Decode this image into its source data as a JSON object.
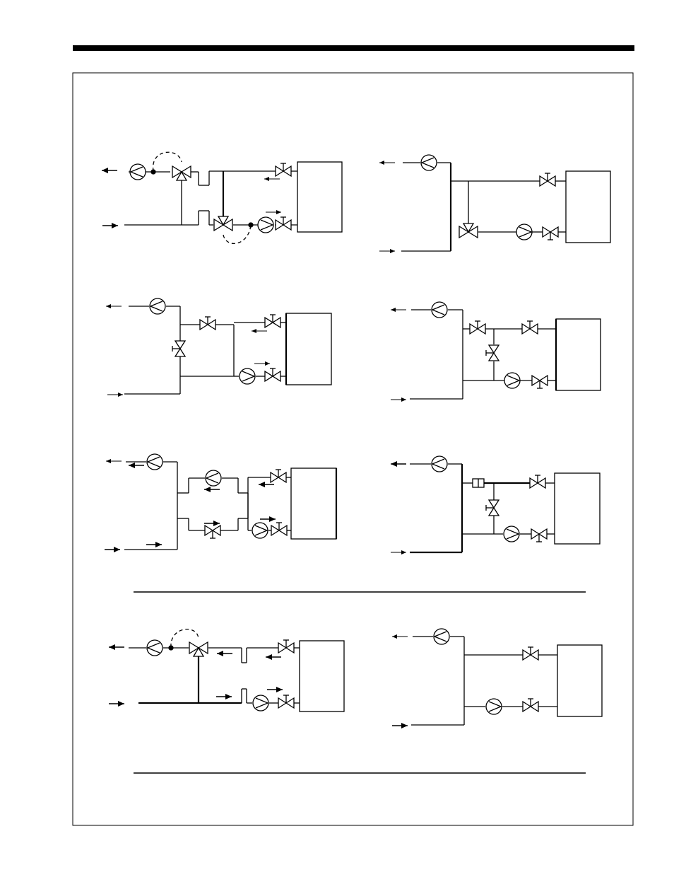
{
  "diagrams": [
    {
      "id": "d1",
      "label": ""
    },
    {
      "id": "d2",
      "label": ""
    },
    {
      "id": "d3",
      "label": ""
    },
    {
      "id": "d4",
      "label": ""
    },
    {
      "id": "d5",
      "label": ""
    },
    {
      "id": "d6",
      "label": ""
    },
    {
      "id": "d7",
      "label": ""
    },
    {
      "id": "d8",
      "label": ""
    }
  ],
  "colors": {
    "ink": "#000000",
    "paper": "#ffffff"
  },
  "icons": [
    "pump-icon",
    "two-way-valve-icon",
    "three-way-valve-icon",
    "flow-arrow-icon",
    "strainer-icon"
  ]
}
